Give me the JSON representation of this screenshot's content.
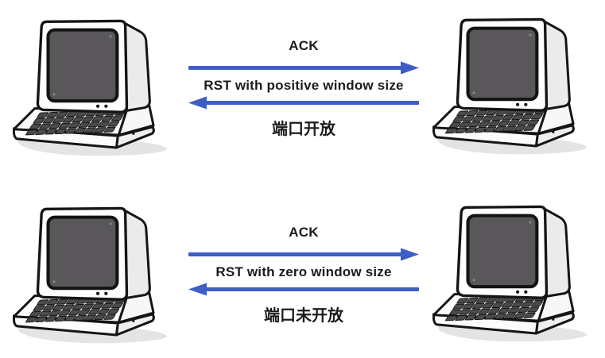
{
  "colors": {
    "arrow_blue": "#3E5EC5",
    "text_ink": "#1B1B1B",
    "screen_gray": "#59575A",
    "outline_black": "#151515"
  },
  "icons": {
    "computer": "retro-computer-icon",
    "forward_arrow": "arrow-right-icon",
    "reverse_arrow": "arrow-left-icon"
  },
  "sections": [
    {
      "forward_label": "ACK",
      "reverse_label": "RST with positive window size",
      "result_label": "端口开放"
    },
    {
      "forward_label": "ACK",
      "reverse_label": "RST with zero window size",
      "result_label": "端口未开放"
    }
  ]
}
